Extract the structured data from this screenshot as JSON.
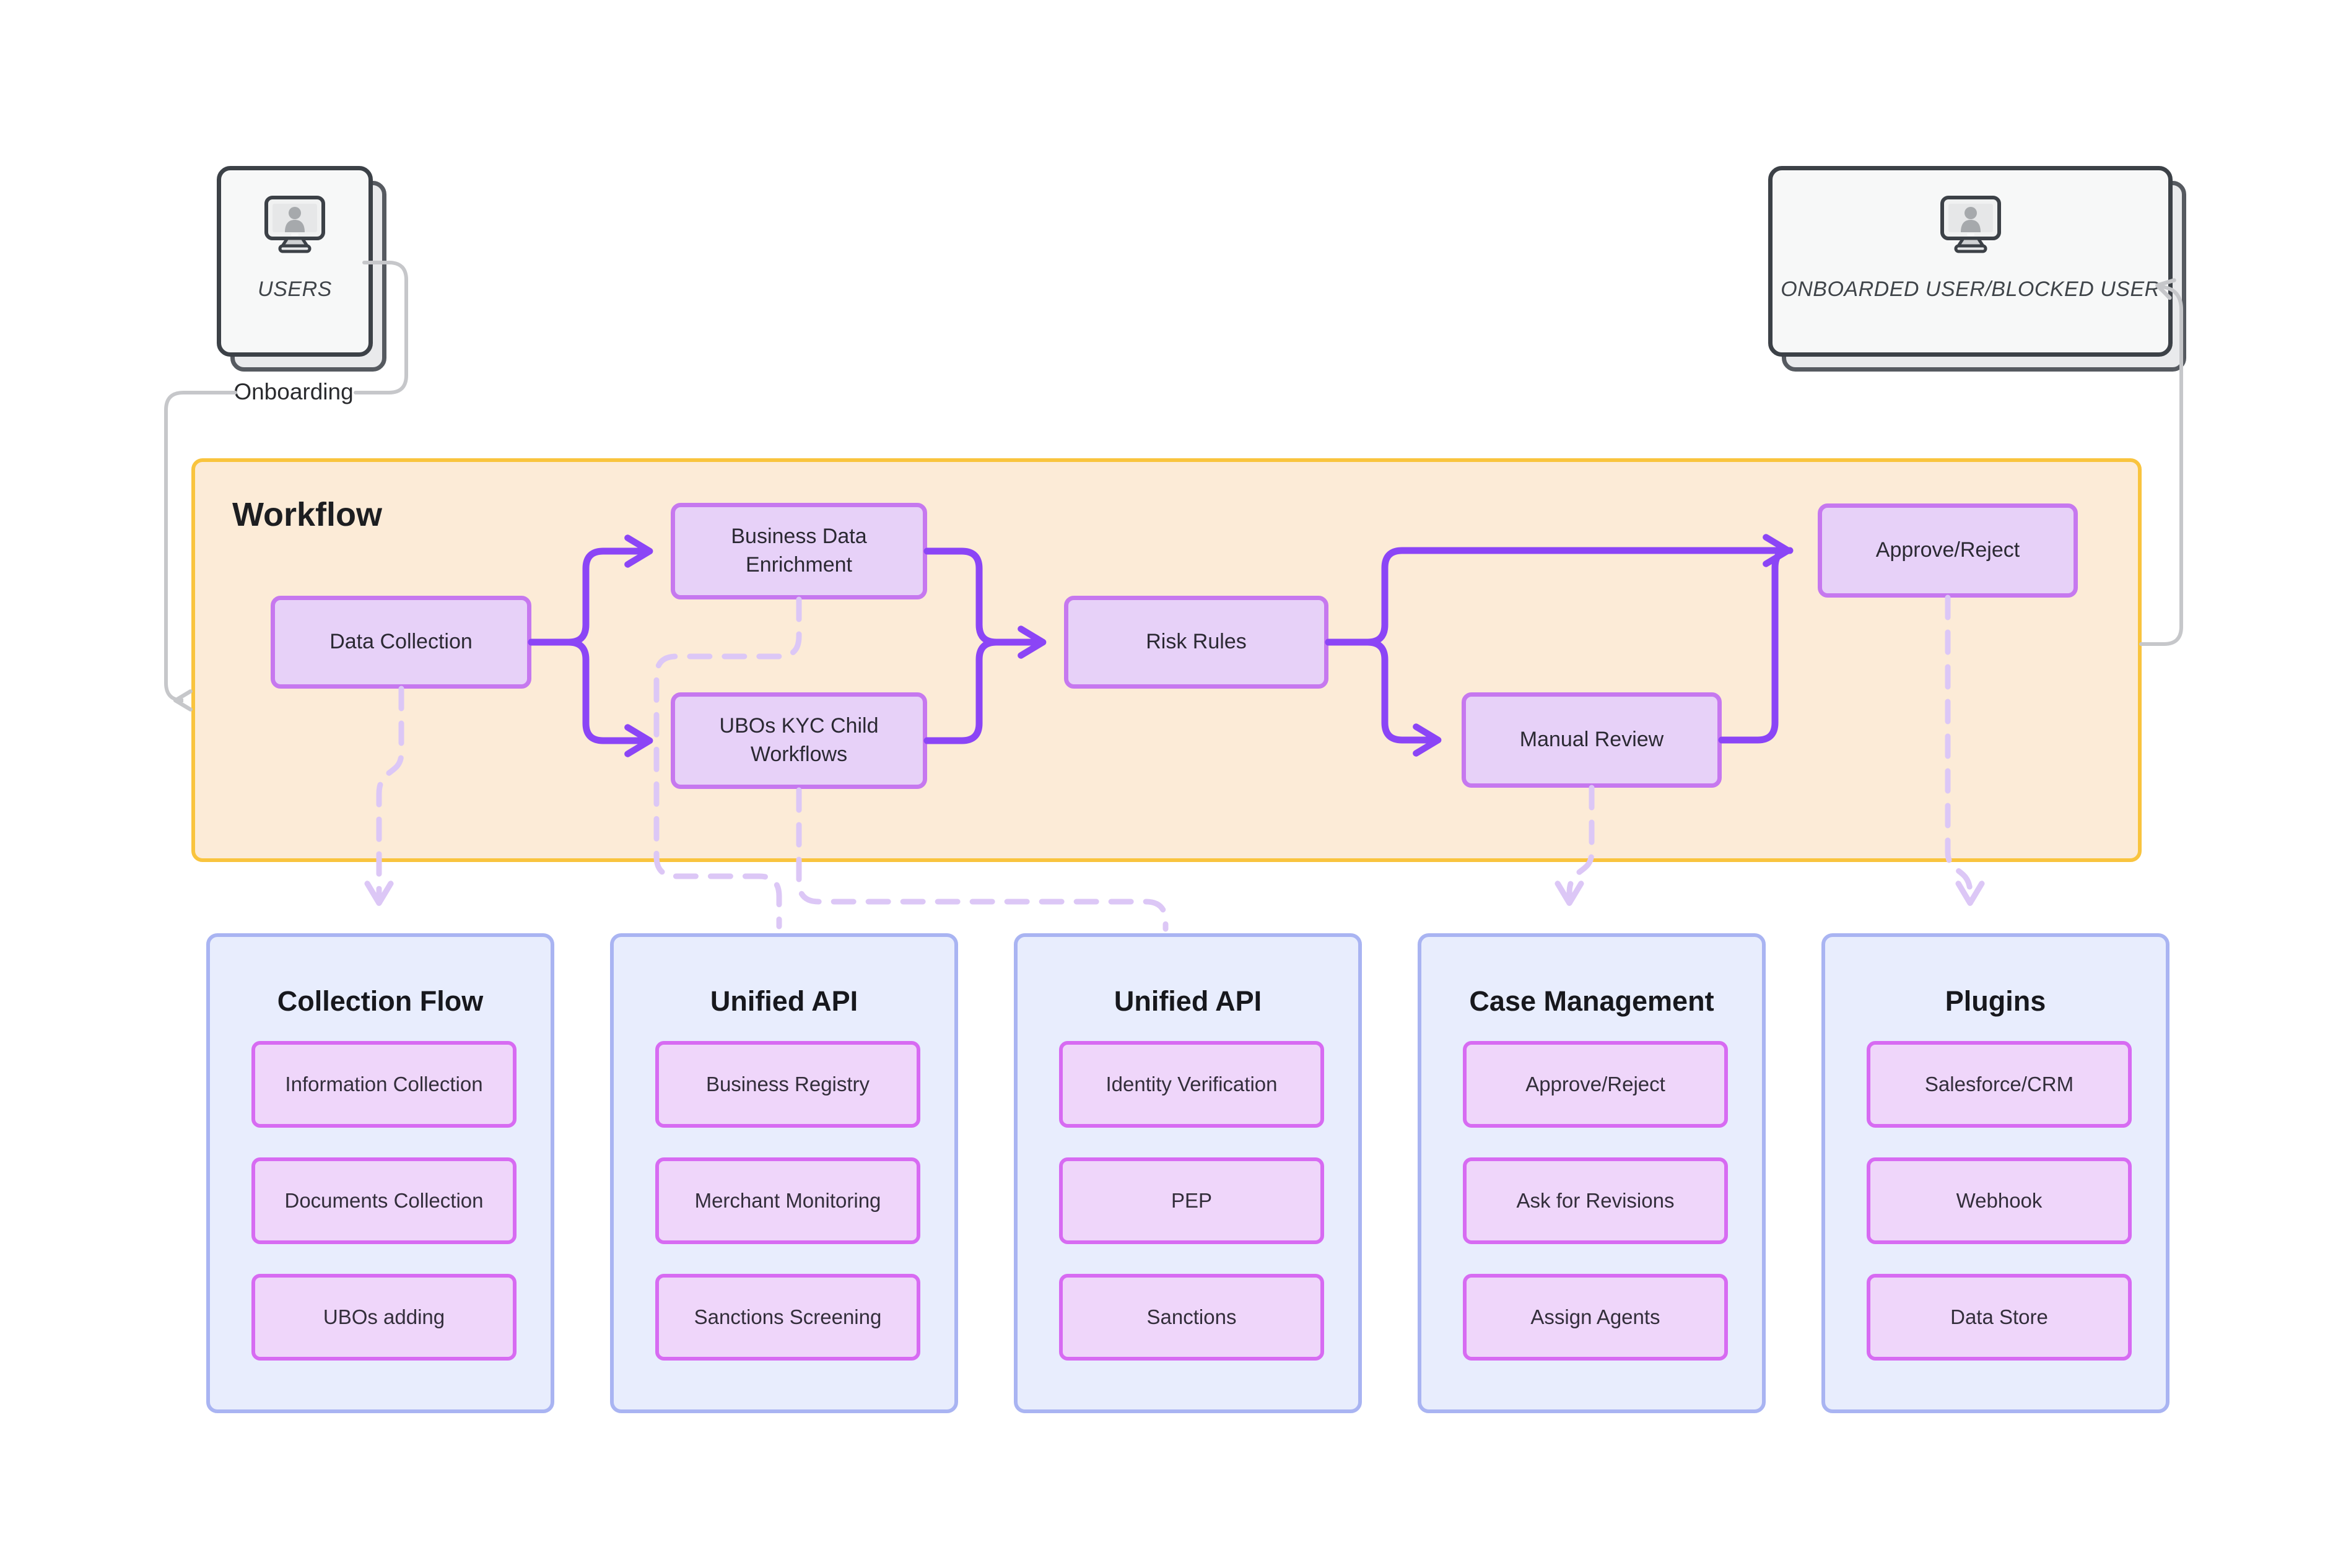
{
  "diagram": {
    "users_card": {
      "label": "USERS",
      "icon": "monitor-user-icon"
    },
    "result_card": {
      "label": "ONBOARDED USER/BLOCKED USER",
      "icon": "monitor-user-icon"
    },
    "onboarding_label": "Onboarding",
    "workflow": {
      "title": "Workflow",
      "nodes": {
        "data_collection": "Data Collection",
        "business_data_enrichment": "Business Data Enrichment",
        "ubos_kyc_child_workflows": "UBOs KYC Child Workflows",
        "risk_rules": "Risk Rules",
        "manual_review": "Manual Review",
        "approve_reject": "Approve/Reject"
      }
    },
    "panels": [
      {
        "title": "Collection Flow",
        "items": [
          "Information Collection",
          "Documents Collection",
          "UBOs adding"
        ]
      },
      {
        "title": "Unified API",
        "items": [
          "Business Registry",
          "Merchant Monitoring",
          "Sanctions Screening"
        ]
      },
      {
        "title": "Unified API",
        "items": [
          "Identity Verification",
          "PEP",
          "Sanctions"
        ]
      },
      {
        "title": "Case Management",
        "items": [
          "Approve/Reject",
          "Ask for Revisions",
          "Assign Agents"
        ]
      },
      {
        "title": "Plugins",
        "items": [
          "Salesforce/CRM",
          "Webhook",
          "Data Store"
        ]
      }
    ],
    "edges": [
      {
        "from": "USERS",
        "to": "Workflow",
        "via": "Onboarding",
        "style": "gray-solid"
      },
      {
        "from": "Data Collection",
        "to": "Business Data Enrichment",
        "style": "purple-solid"
      },
      {
        "from": "Data Collection",
        "to": "UBOs KYC Child Workflows",
        "style": "purple-solid"
      },
      {
        "from": "Business Data Enrichment",
        "to": "Risk Rules",
        "style": "purple-solid"
      },
      {
        "from": "UBOs KYC Child Workflows",
        "to": "Risk Rules",
        "style": "purple-solid"
      },
      {
        "from": "Risk Rules",
        "to": "Approve/Reject",
        "style": "purple-solid"
      },
      {
        "from": "Risk Rules",
        "to": "Manual Review",
        "style": "purple-solid"
      },
      {
        "from": "Manual Review",
        "to": "Approve/Reject",
        "style": "purple-solid"
      },
      {
        "from": "Workflow",
        "to": "ONBOARDED USER/BLOCKED USER",
        "style": "gray-solid"
      },
      {
        "from": "Data Collection",
        "to": "Collection Flow",
        "style": "lavender-dashed"
      },
      {
        "from": "Business Data Enrichment",
        "to": "Unified API (1)",
        "style": "lavender-dashed"
      },
      {
        "from": "UBOs KYC Child Workflows",
        "to": "Unified API (2)",
        "style": "lavender-dashed"
      },
      {
        "from": "Manual Review",
        "to": "Case Management",
        "style": "lavender-dashed"
      },
      {
        "from": "Approve/Reject",
        "to": "Plugins",
        "style": "lavender-dashed"
      }
    ],
    "colors": {
      "workflow_container_border": "#f9c43e",
      "workflow_container_fill": "#fcebd7",
      "node_border": "#c678ef",
      "node_fill": "#e7d1f8",
      "solid_arrow": "#8b45f6",
      "dashed_connector": "#dcc7f6",
      "panel_border": "#a9b4f2",
      "panel_fill": "#e8edfd",
      "pill_border": "#d76bf2",
      "pill_fill": "#efd6fa",
      "gray_connector": "#c6c7ca",
      "card_border": "#3c4147"
    }
  }
}
